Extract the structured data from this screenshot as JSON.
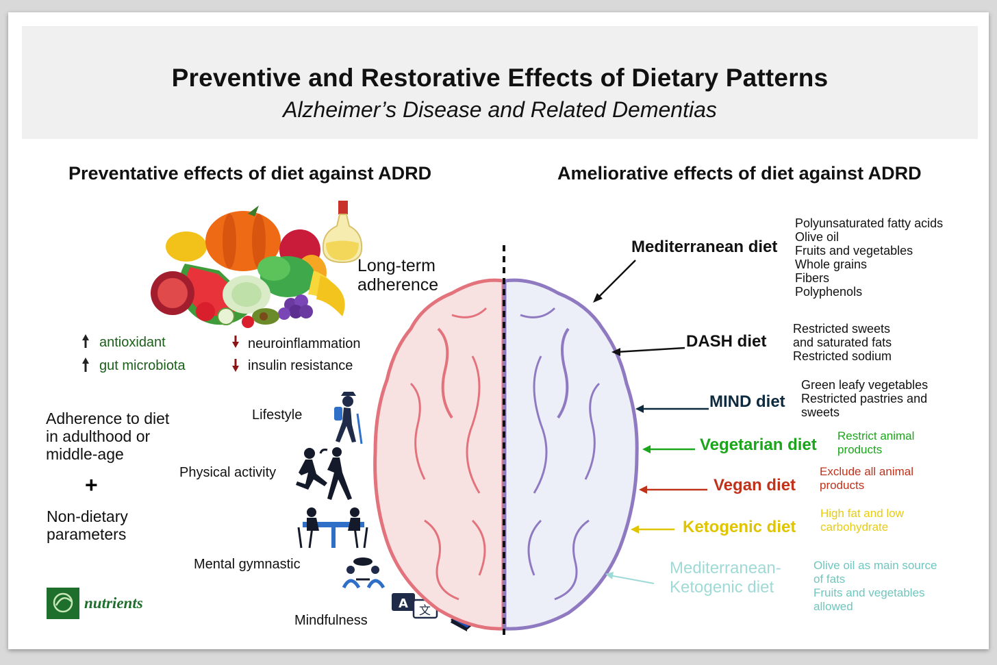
{
  "title": "Preventive and Restorative Effects of Dietary Patterns",
  "subtitle": "Alzheimer’s Disease and Related Dementias",
  "left_heading": "Preventative effects of diet against ADRD",
  "right_heading": "Ameliorative effects of diet against ADRD",
  "long_term": [
    "Long-term",
    "adherence"
  ],
  "effects": {
    "up": [
      "antioxidant",
      "gut microbiota"
    ],
    "down": [
      "neuroinflammation",
      "insulin resistance"
    ]
  },
  "adherence": [
    "Adherence to diet",
    "in adulthood or",
    "middle-age"
  ],
  "plus": "+",
  "non_dietary": [
    "Non-dietary",
    "parameters"
  ],
  "activities": {
    "lifestyle": "Lifestyle",
    "physical": "Physical activity",
    "mental": "Mental gymnastic",
    "mindfulness": "Mindfulness"
  },
  "translate_glyphs": {
    "a": "A",
    "b": "文"
  },
  "logo_text": "nutrients",
  "diets": [
    {
      "name": "Mediterranean diet",
      "color": "#111111",
      "notes": [
        "Polyunsaturated fatty acids",
        "Olive oil",
        "Fruits and vegetables",
        "Whole grains",
        "Fibers",
        "Polyphenols"
      ]
    },
    {
      "name": "DASH diet",
      "color": "#111111",
      "notes": [
        "Restricted sweets",
        "and saturated fats",
        "Restricted sodium"
      ]
    },
    {
      "name": "MIND diet",
      "color": "#0d2a3e",
      "notes": [
        "Green leafy vegetables",
        "Restricted pastries and",
        "sweets"
      ]
    },
    {
      "name": "Vegetarian diet",
      "color": "#1aa51a",
      "notes": [
        "Restrict animal",
        "products"
      ]
    },
    {
      "name": "Vegan diet",
      "color": "#c0321a",
      "notes": [
        "Exclude all animal",
        "products"
      ]
    },
    {
      "name": "Ketogenic diet",
      "color": "#e0c400",
      "notes": [
        "High fat and low",
        "carbohydrate"
      ]
    },
    {
      "name": "Mediterranean-\nKetogenic diet",
      "color": "#9fdad6",
      "notes": [
        "Olive oil as main source",
        "of fats",
        "Fruits and vegetables",
        "allowed"
      ]
    }
  ],
  "icons": [
    "fruit-vegetable-icon",
    "olive-oil-bottle-icon",
    "up-arrow-icon",
    "down-arrow-icon",
    "hiker-icon",
    "runners-icon",
    "table-meeting-icon",
    "group-chat-icon",
    "translate-icon",
    "book-icon",
    "brain-icon",
    "nutrients-logo-icon"
  ]
}
